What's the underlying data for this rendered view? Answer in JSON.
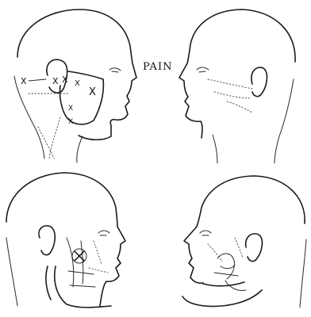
{
  "figure": {
    "label": "PAIN",
    "ink_color": "#1a1a1a",
    "background": "#ffffff"
  },
  "panels": [
    {
      "name": "top-left",
      "view": "left-facing head profile with pain markings"
    },
    {
      "name": "top-right",
      "view": "right-facing head profile"
    },
    {
      "name": "bottom-left",
      "view": "left-facing head with ear and muscle sketch"
    },
    {
      "name": "bottom-right",
      "view": "right-facing head with cheek and jaw sketch"
    }
  ],
  "marks": {
    "x_symbol": "X",
    "circled_x_symbol": "⊗"
  }
}
